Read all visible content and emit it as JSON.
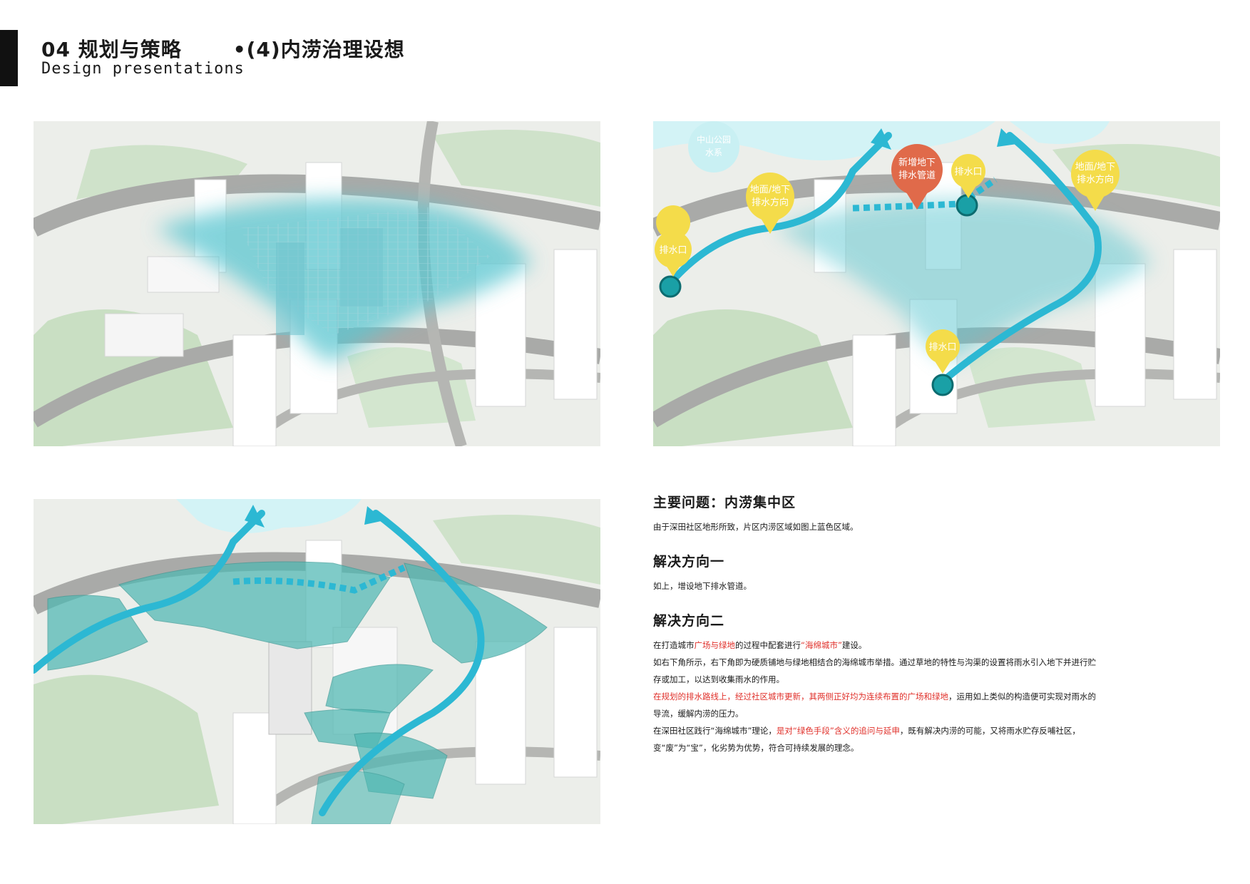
{
  "header": {
    "title": "04 规划与策略",
    "subtitle": "•(4)内涝治理设想",
    "english_title": "Design presentations"
  },
  "colors": {
    "flood_area": "#5bc6d0",
    "drain_path": "#2cb8d3",
    "marker_yellow": "#f4dc4a",
    "marker_red": "#e06a4a",
    "green_space": "#c9dfc3",
    "water": "#d3f3f6",
    "highlight_red": "#e0302a"
  },
  "panel2": {
    "water_label": [
      "中山公园",
      "水系"
    ],
    "marker_new_pipe": [
      "新增地下",
      "排水管道"
    ],
    "marker_outlet_top": "排水口",
    "marker_outlet_left": "排水口",
    "marker_outlet_bottom": "排水口",
    "marker_direction_left": [
      "地面/地下",
      "排水方向"
    ],
    "marker_direction_right": [
      "地面/地下",
      "排水方向"
    ]
  },
  "text": {
    "problem_heading": "主要问题：内涝集中区",
    "problem_body": "由于深田社区地形所致，片区内涝区域如图上蓝色区域。",
    "solution1_heading": "解决方向一",
    "solution1_body": "如上，增设地下排水管道。",
    "solution2_heading": "解决方向二",
    "s2_l1_a": "在打造城市",
    "s2_l1_b": "广场与绿地",
    "s2_l1_c": "的过程中配套进行",
    "s2_l1_d": "“海绵城市”",
    "s2_l1_e": "建设。",
    "s2_l2": "如右下角所示，右下角即为硬质铺地与绿地相结合的海绵城市举措。通过草地的特性与沟渠的设置将雨水引入地下并进行贮",
    "s2_l3": "存或加工，以达到收集雨水的作用。",
    "s2_l4_a": "在规划的排水路线上，经过社区城市更新，其两侧正好均为连续布置的广场和绿地",
    "s2_l4_b": "，运用如上类似的构造便可实现对雨水的",
    "s2_l5": "导流，缓解内涝的压力。",
    "s2_l6_a": "在深田社区践行“海绵城市”理论，",
    "s2_l6_b": "是对“绿色手段”含义的追问与延申",
    "s2_l6_c": "，既有解决内涝的可能，又将雨水贮存反哺社区，",
    "s2_l7": "变“废”为“宝”，化劣势为优势，符合可持续发展的理念。"
  }
}
